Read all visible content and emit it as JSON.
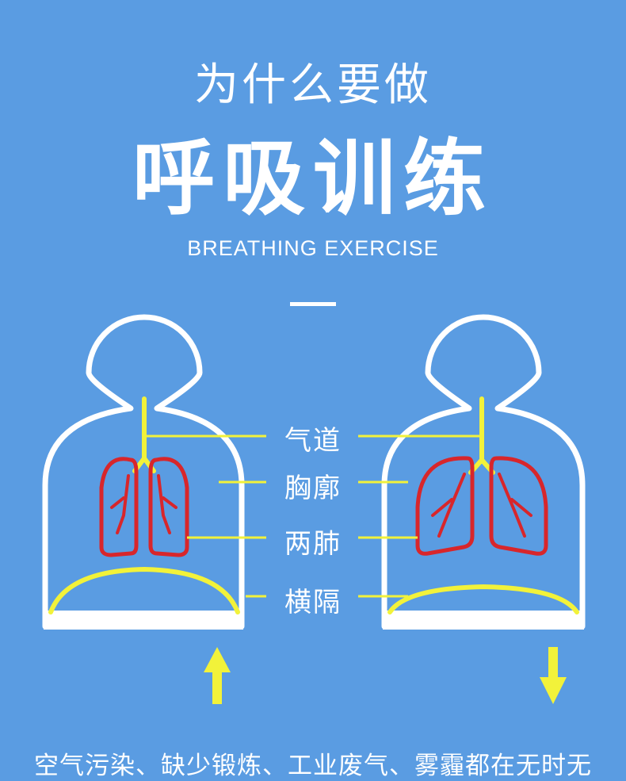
{
  "header": {
    "subtitle": "为什么要做",
    "title": "呼吸训练",
    "english": "BREATHING EXERCISE"
  },
  "labels": {
    "airway": "气道",
    "ribcage": "胸廓",
    "lungs": "两肺",
    "diaphragm": "横隔"
  },
  "footer": {
    "text": "空气污染、缺少锻炼、工业废气、雾霾都在无时无"
  },
  "colors": {
    "background": "#5a9ce2",
    "outline": "#ffffff",
    "airway_diaphragm": "#f2f23a",
    "lungs": "#d8262b"
  },
  "icons": {
    "left_arrow": "arrow-up-icon",
    "right_arrow": "arrow-down-icon"
  }
}
